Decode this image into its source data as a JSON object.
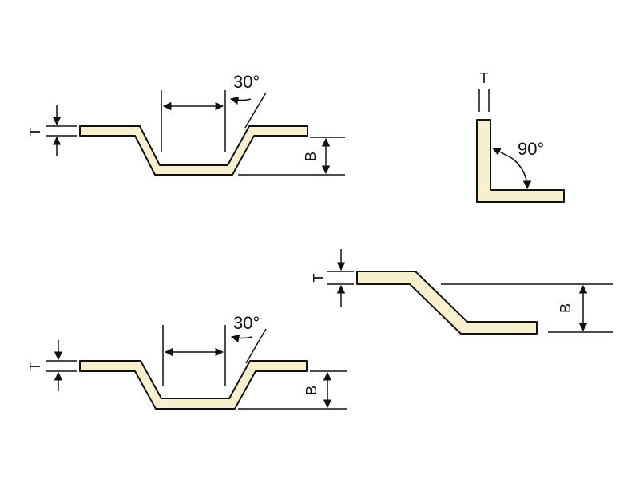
{
  "colors": {
    "profile_fill": "#f6f0cf",
    "line": "#111111",
    "background": "#ffffff"
  },
  "diagrams": {
    "hat_top": {
      "thickness_label": "T",
      "angle_label": "30°",
      "depth_label": "B"
    },
    "angle_bend": {
      "thickness_label": "T",
      "angle_label": "90°"
    },
    "offset_bend": {
      "thickness_label": "T",
      "depth_label": "B"
    },
    "hat_bottom": {
      "thickness_label": "T",
      "angle_label": "30°",
      "depth_label": "B"
    }
  }
}
